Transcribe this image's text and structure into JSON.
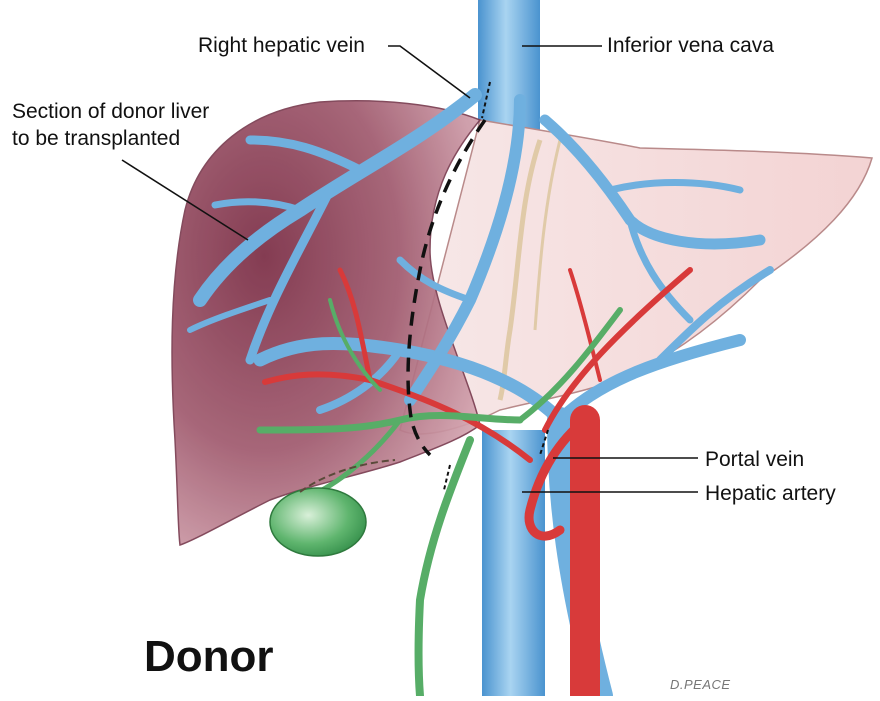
{
  "labels": {
    "right_hepatic_vein": "Right hepatic vein",
    "inferior_vena_cava": "Inferior vena cava",
    "section_line1": "Section of donor liver",
    "section_line2": "to be transplanted",
    "portal_vein": "Portal vein",
    "hepatic_artery": "Hepatic artery"
  },
  "title": "Donor",
  "signature": "D.PEACE",
  "colors": {
    "vein_blue": "#6fb0df",
    "artery_red": "#d83a3a",
    "bile_green": "#57ad67",
    "liver_dark": "#a9657a",
    "liver_light": "#f5dede"
  }
}
